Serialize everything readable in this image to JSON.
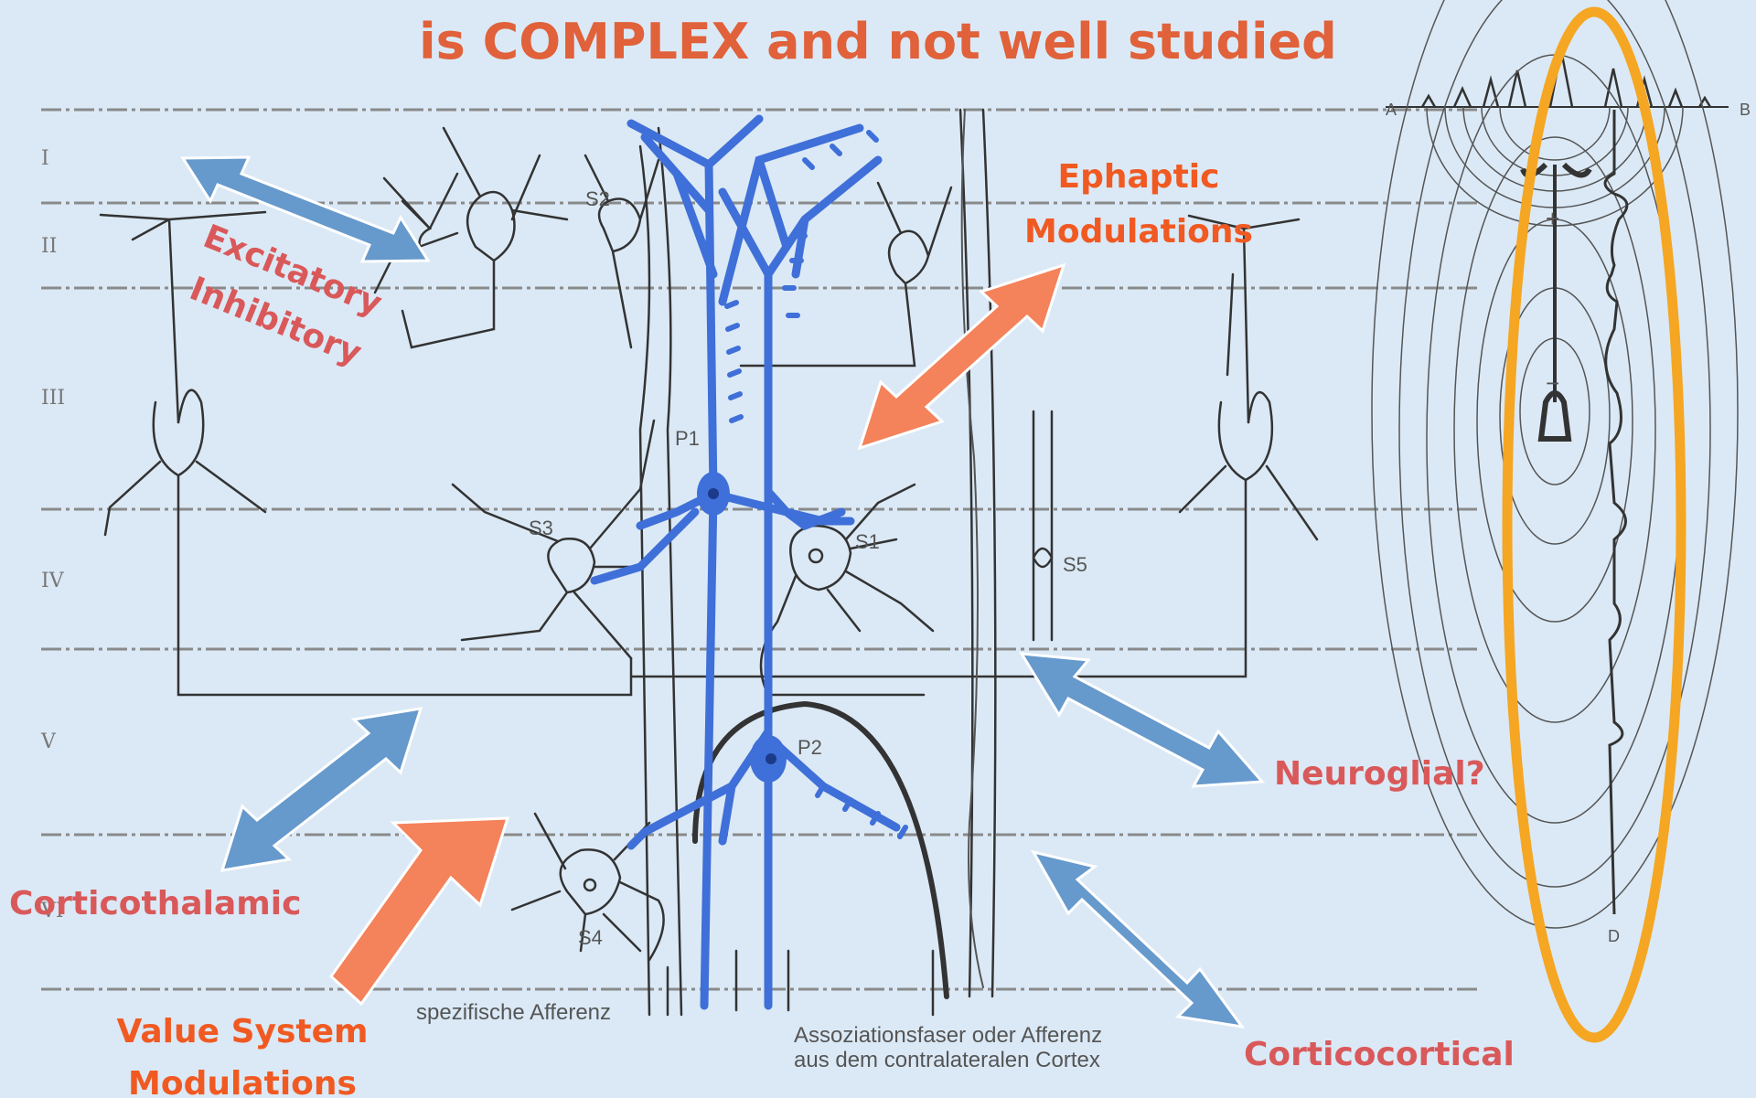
{
  "title": "is COMPLEX and not well studied",
  "colors": {
    "background": "#dbe9f6",
    "title": "#e0613a",
    "blue_arrow": "#6699cc",
    "orange_arrow": "#f4825a",
    "label_red": "#d9595a",
    "label_orange": "#f05a22",
    "neuron_blue": "#3f6fd8",
    "ellipse": "#f5a623"
  },
  "layers": [
    "I",
    "II",
    "III",
    "IV",
    "V",
    "VI"
  ],
  "cells": {
    "s2": "S2",
    "p1": "P1",
    "s3": "S3",
    "s1": "S1",
    "s5": "S5",
    "p2": "P2",
    "s4": "S4"
  },
  "captions": {
    "afferent": "spezifische Afferenz",
    "association_line1": "Assoziationsfaser oder Afferenz",
    "association_line2": "aus dem contralateralen Cortex"
  },
  "field_labels": {
    "a": "A",
    "b": "B",
    "d": "D",
    "plus": "+",
    "minus": "−"
  },
  "annotations": {
    "excitatory_line1": "Excitatory",
    "excitatory_line2": "Inhibitory",
    "ephaptic_line1": "Ephaptic",
    "ephaptic_line2": "Modulations",
    "neuroglial": "Neuroglial?",
    "corticothalamic": "Corticothalamic",
    "value_line1": "Value System",
    "value_line2": "Modulations",
    "corticocortical": "Corticocortical"
  }
}
